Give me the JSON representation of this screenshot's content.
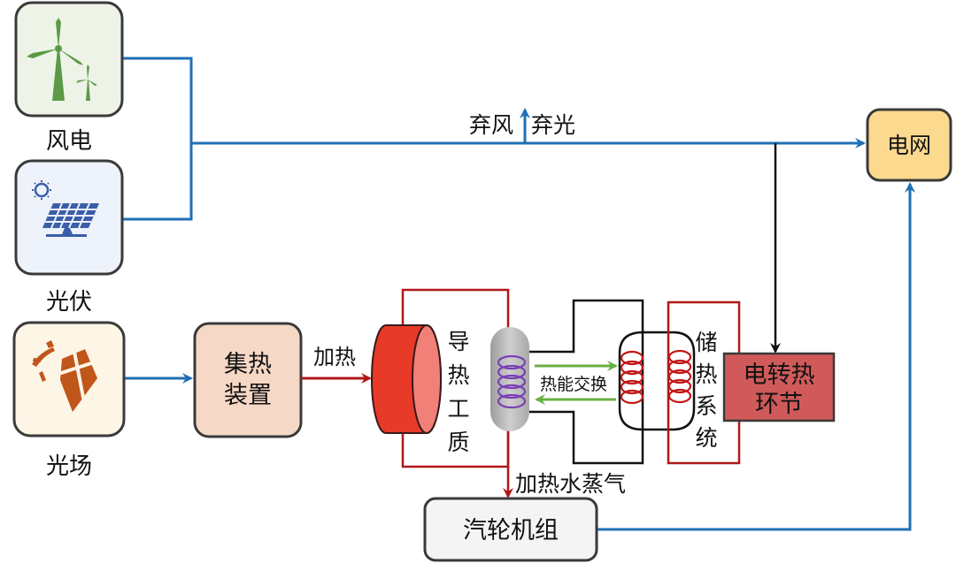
{
  "sources": {
    "wind": {
      "label": "风电",
      "icon": "wind-turbine-icon",
      "bg": "#eef3e8",
      "icon_color": "#5b9a46"
    },
    "pv": {
      "label": "光伏",
      "icon": "solar-panel-icon",
      "bg": "#eef2fa",
      "icon_color": "#3a5ea8"
    },
    "solar_field": {
      "label": "光场",
      "icon": "solar-field-icon",
      "bg": "#fdf5e6",
      "icon_color": "#c0561a"
    }
  },
  "curtailment_label_left": "弃风",
  "curtailment_label_right": "弃光",
  "grid": {
    "label": "电网",
    "bg": "#fbd98e"
  },
  "collector": {
    "line1": "集热",
    "line2": "装置",
    "bg": "#f6d8c6"
  },
  "heating_label": "加热",
  "thermal_medium": [
    "导",
    "热",
    "工",
    "质"
  ],
  "heat_exchange_label": "热能交换",
  "storage": [
    "储",
    "热",
    "系",
    "统"
  ],
  "e2h": {
    "line1": "电转热",
    "line2": "环节",
    "bg": "#d05a5a"
  },
  "steam_label": "加热水蒸气",
  "turbine": {
    "label": "汽轮机组",
    "bg": "#f4f4f4"
  },
  "colors": {
    "blue": "#1f6fb5",
    "red": "#b01818",
    "green": "#6aae45",
    "purple": "#7b3fb5",
    "black": "#111111"
  }
}
